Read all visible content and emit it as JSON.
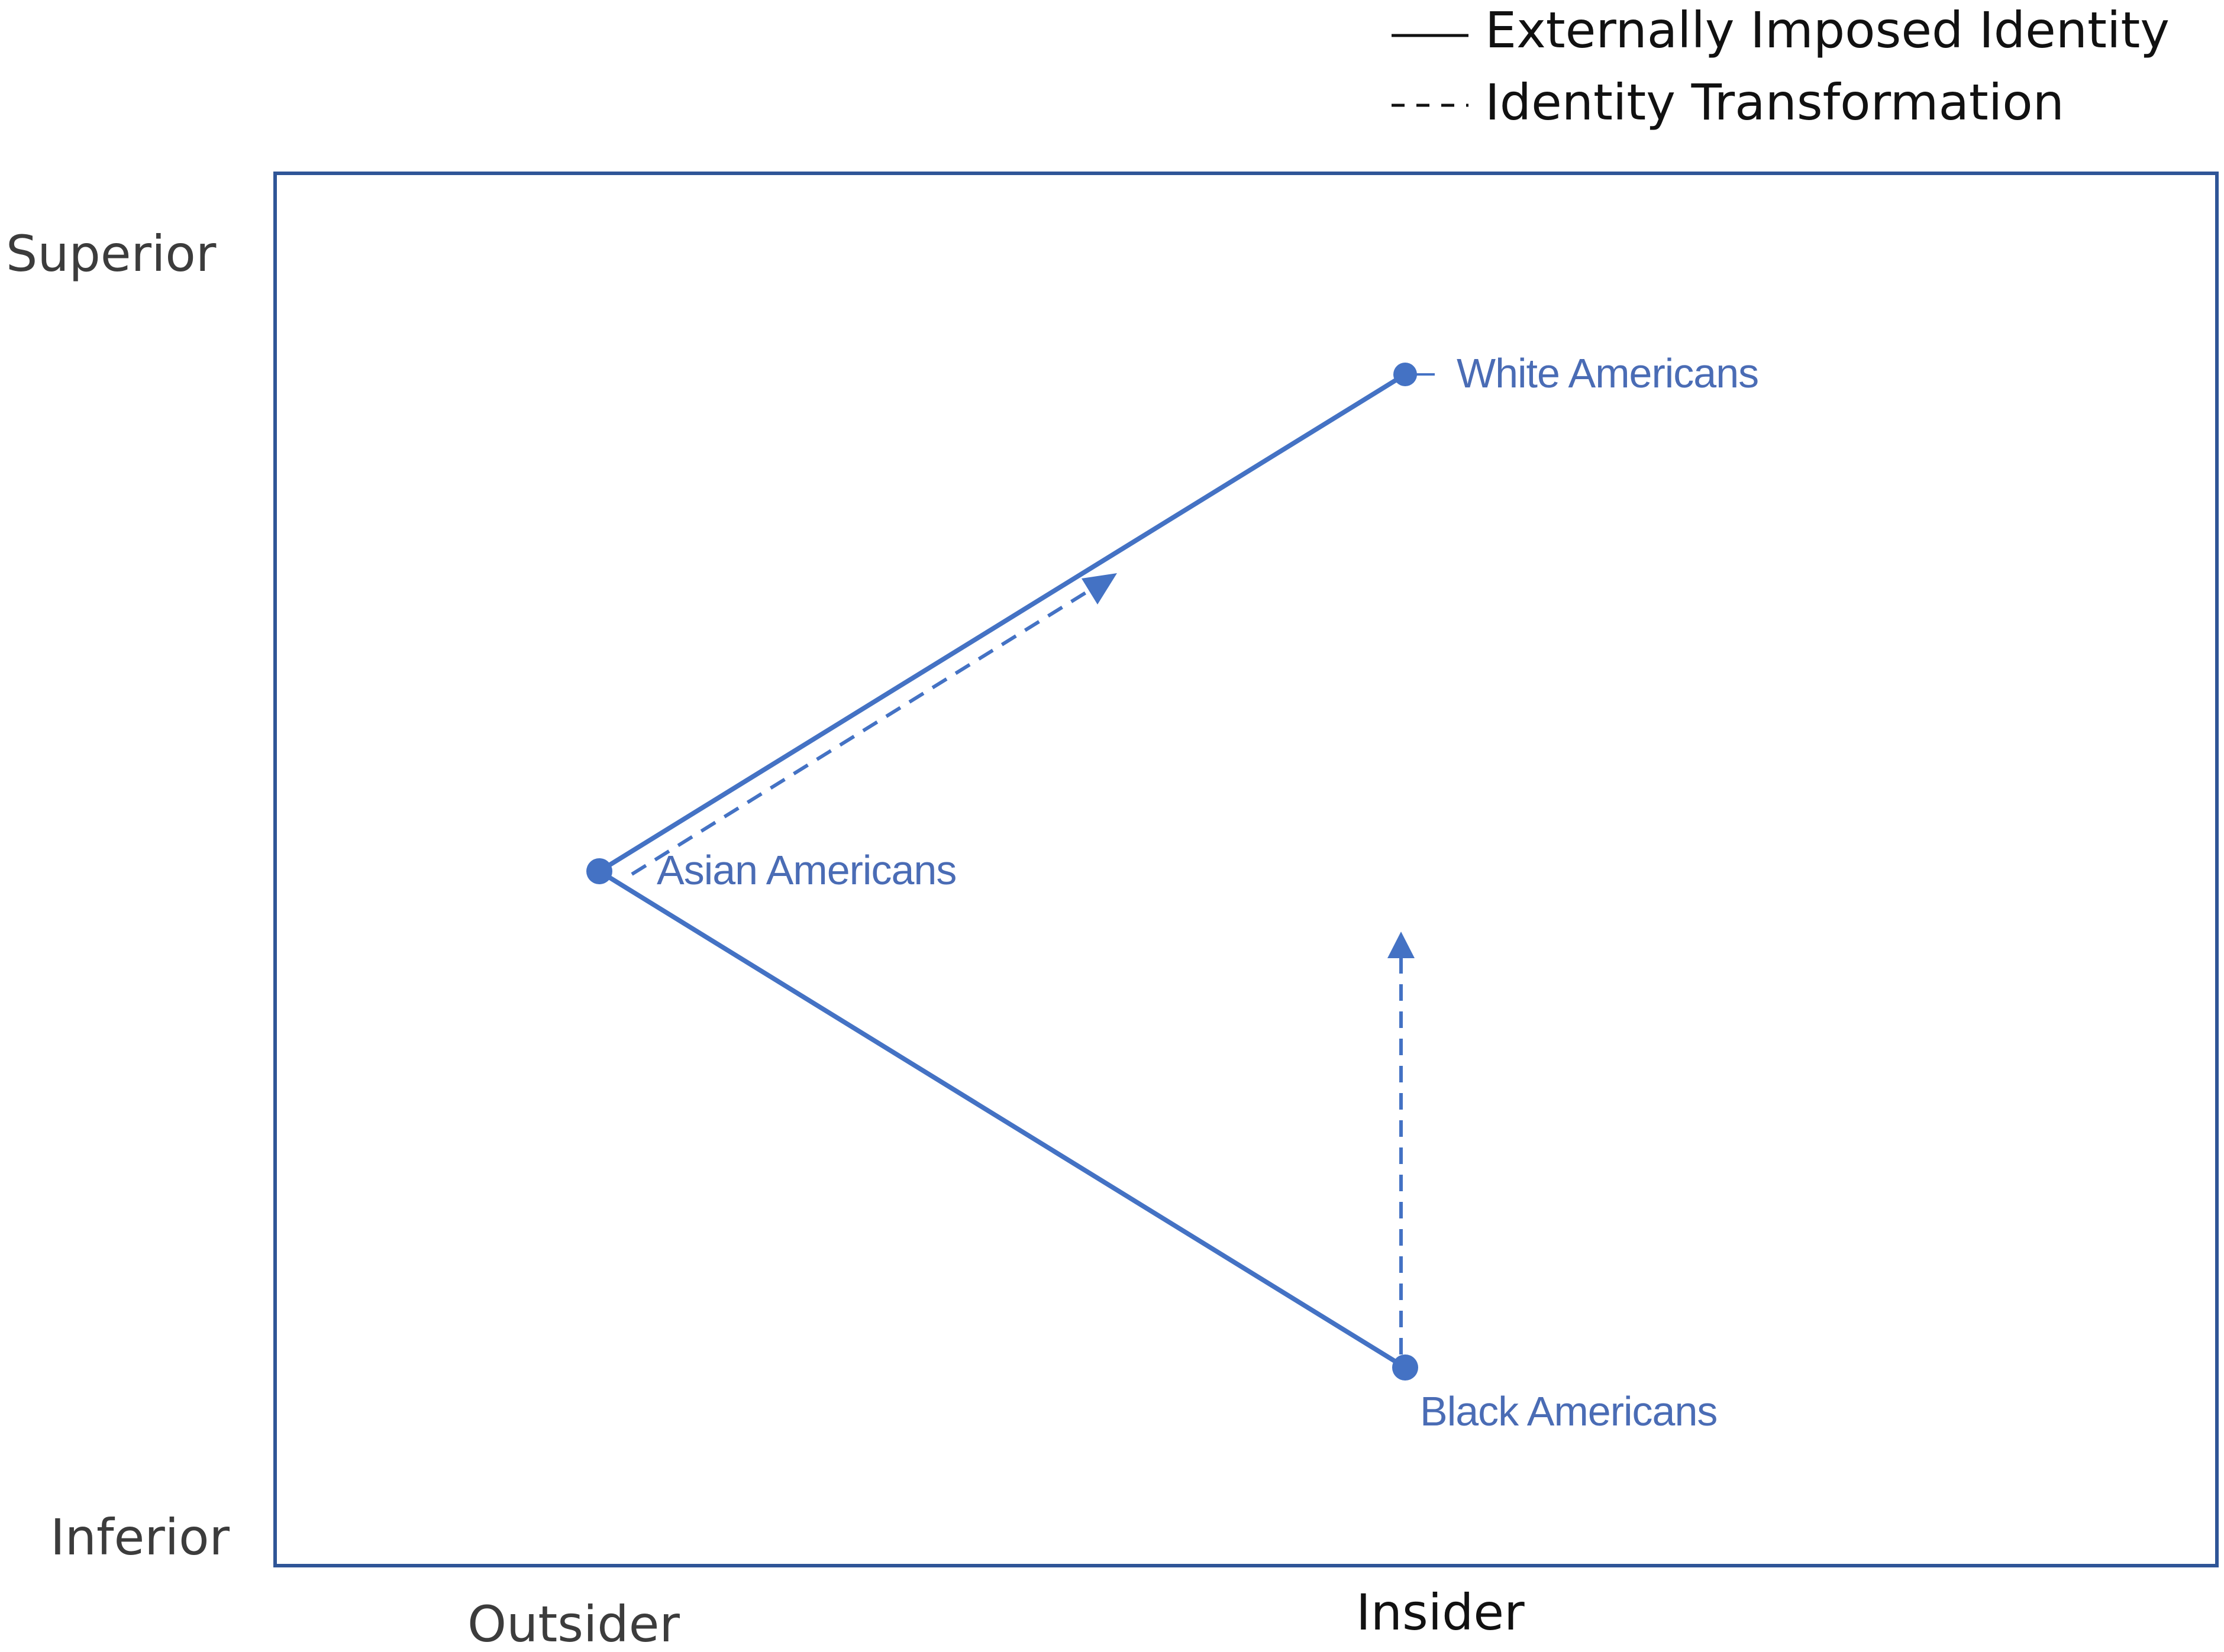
{
  "colors": {
    "accent": "#4472c4",
    "frame": "#2f5597",
    "label": "#4a6cb5",
    "axis_text": "#3c3c3c",
    "legend_text": "#111111"
  },
  "legend": {
    "solid_label": "Externally Imposed Identity",
    "dashed_label": "Identity Transformation"
  },
  "axes": {
    "y_top_label": "Superior",
    "y_bottom_label": "Inferior",
    "x_left_label": "Outsider",
    "x_right_label": "Insider"
  },
  "nodes": {
    "white": {
      "label": "White Americans"
    },
    "asian": {
      "label": "Asian Americans"
    },
    "black": {
      "label": "Black Americans"
    }
  }
}
